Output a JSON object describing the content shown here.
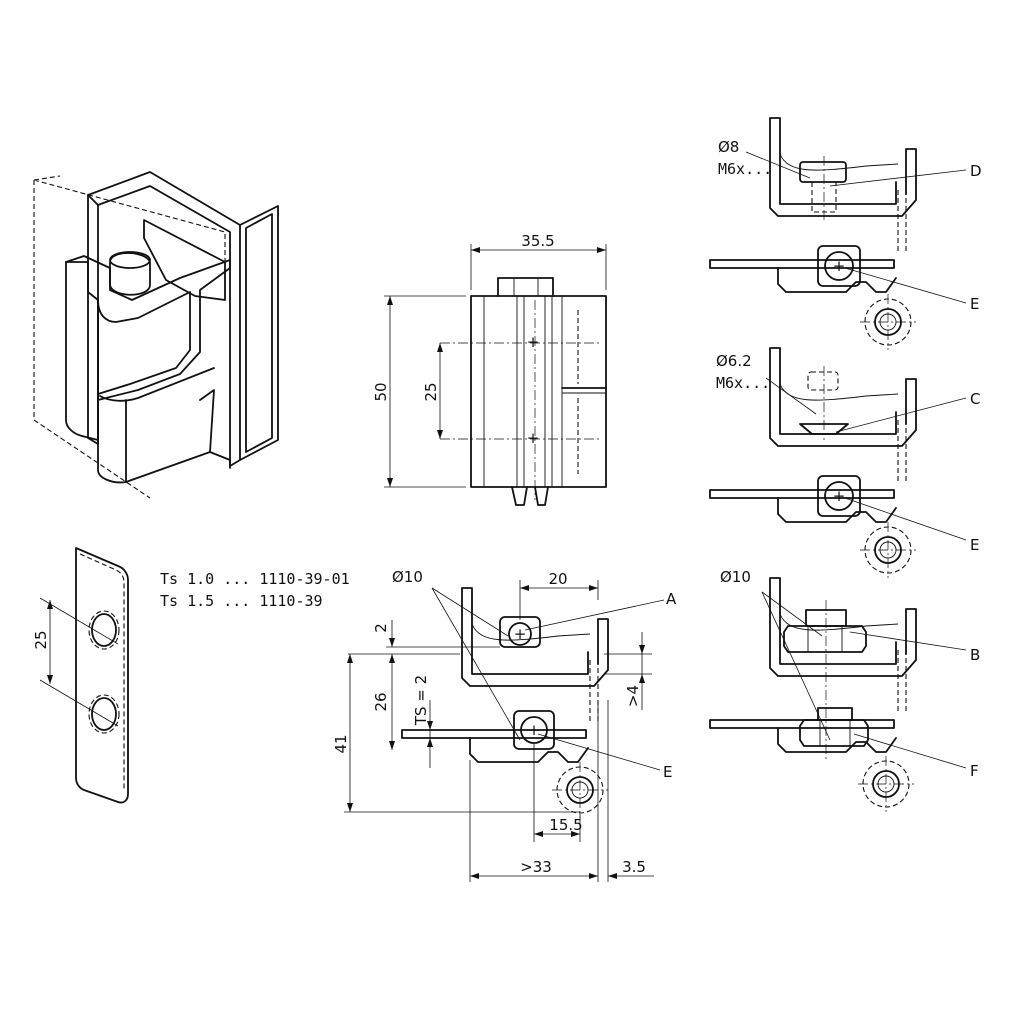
{
  "drawing": {
    "side_view": {
      "width_dim": "35.5",
      "height_dim": "50",
      "pitch_dim": "25"
    },
    "plate": {
      "pitch_dim": "25",
      "variants": [
        {
          "label": "Ts 1.0 ... 1110-39-01"
        },
        {
          "label": "Ts 1.5 ... 1110-39"
        }
      ]
    },
    "section_main": {
      "hole_dia": "Ø10",
      "dim_20": "20",
      "dim_2": "2",
      "dim_26": "26",
      "dim_41": "41",
      "dim_ts": "TS = 2",
      "dim_4": ">4",
      "dim_15_5": "15.5",
      "dim_33": ">33",
      "dim_3_5": "3.5",
      "callout_a": "A",
      "callout_e": "E"
    },
    "section_d": {
      "hole_dia": "Ø8",
      "screw": "M6x...",
      "callout_d": "D",
      "callout_e": "E"
    },
    "section_c": {
      "hole_dia": "Ø6.2",
      "screw": "M6x...",
      "callout_c": "C",
      "callout_e": "E"
    },
    "section_b": {
      "hole_dia": "Ø10",
      "callout_b": "B",
      "callout_f": "F"
    }
  }
}
